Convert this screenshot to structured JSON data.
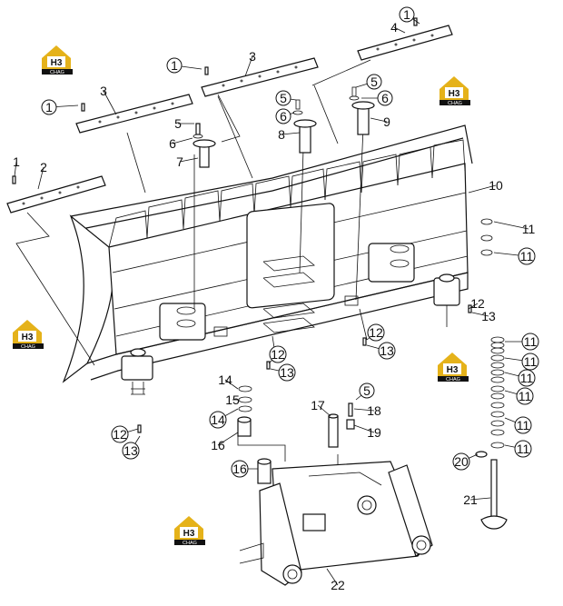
{
  "diagram": {
    "parts": [
      {
        "id": "p1a",
        "label": "1",
        "circled": true
      },
      {
        "id": "p1b",
        "label": "1",
        "circled": true
      },
      {
        "id": "p1c",
        "label": "1",
        "circled": true
      },
      {
        "id": "p1d",
        "label": "1",
        "circled": false
      },
      {
        "id": "p2",
        "label": "2",
        "circled": false
      },
      {
        "id": "p3a",
        "label": "3",
        "circled": false
      },
      {
        "id": "p3b",
        "label": "3",
        "circled": false
      },
      {
        "id": "p4",
        "label": "4",
        "circled": false
      },
      {
        "id": "p5a",
        "label": "5",
        "circled": false
      },
      {
        "id": "p5b",
        "label": "5",
        "circled": true
      },
      {
        "id": "p5c",
        "label": "5",
        "circled": true
      },
      {
        "id": "p5d",
        "label": "5",
        "circled": true
      },
      {
        "id": "p6a",
        "label": "6",
        "circled": false
      },
      {
        "id": "p6b",
        "label": "6",
        "circled": true
      },
      {
        "id": "p6c",
        "label": "6",
        "circled": true
      },
      {
        "id": "p7",
        "label": "7",
        "circled": false
      },
      {
        "id": "p8",
        "label": "8",
        "circled": false
      },
      {
        "id": "p9",
        "label": "9",
        "circled": false
      },
      {
        "id": "p10",
        "label": "10",
        "circled": false
      },
      {
        "id": "p11a",
        "label": "11",
        "circled": false
      },
      {
        "id": "p11b",
        "label": "11",
        "circled": true
      },
      {
        "id": "p11c",
        "label": "11",
        "circled": true
      },
      {
        "id": "p11d",
        "label": "11",
        "circled": true
      },
      {
        "id": "p11e",
        "label": "11",
        "circled": true
      },
      {
        "id": "p11f",
        "label": "11",
        "circled": true
      },
      {
        "id": "p11g",
        "label": "11",
        "circled": true
      },
      {
        "id": "p11h",
        "label": "11",
        "circled": true
      },
      {
        "id": "p12a",
        "label": "12",
        "circled": false
      },
      {
        "id": "p12b",
        "label": "12",
        "circled": true
      },
      {
        "id": "p12c",
        "label": "12",
        "circled": true
      },
      {
        "id": "p12d",
        "label": "12",
        "circled": true
      },
      {
        "id": "p13a",
        "label": "13",
        "circled": false
      },
      {
        "id": "p13b",
        "label": "13",
        "circled": true
      },
      {
        "id": "p13c",
        "label": "13",
        "circled": true
      },
      {
        "id": "p13d",
        "label": "13",
        "circled": true
      },
      {
        "id": "p14a",
        "label": "14",
        "circled": false
      },
      {
        "id": "p14b",
        "label": "14",
        "circled": true
      },
      {
        "id": "p15",
        "label": "15",
        "circled": false
      },
      {
        "id": "p16a",
        "label": "16",
        "circled": false
      },
      {
        "id": "p16b",
        "label": "16",
        "circled": true
      },
      {
        "id": "p17",
        "label": "17",
        "circled": false
      },
      {
        "id": "p18",
        "label": "18",
        "circled": false
      },
      {
        "id": "p19",
        "label": "19",
        "circled": false
      },
      {
        "id": "p20",
        "label": "20",
        "circled": true
      },
      {
        "id": "p21",
        "label": "21",
        "circled": false
      },
      {
        "id": "p22",
        "label": "22",
        "circled": false
      }
    ],
    "watermark": {
      "top": "H3",
      "bottom": "CHAG",
      "color": "#e5b21a"
    }
  }
}
